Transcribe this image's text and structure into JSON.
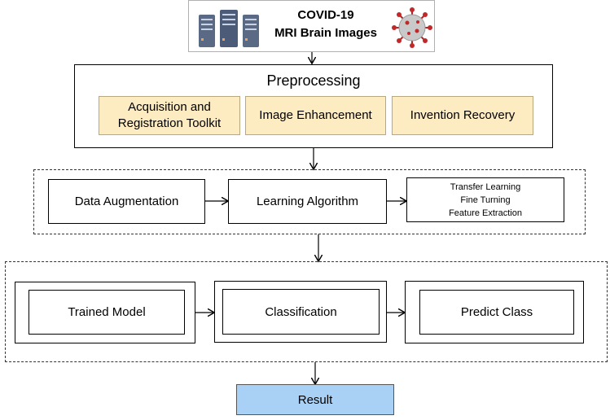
{
  "header": {
    "line1": "COVID-19",
    "line2": "MRI Brain Images",
    "left_icon": "server-rack-icon",
    "right_icon": "coronavirus-icon"
  },
  "preprocessing": {
    "title": "Preprocessing",
    "boxes": [
      {
        "line1": "Acquisition and",
        "line2": "Registration Toolkit"
      },
      {
        "label": "Image Enhancement"
      },
      {
        "label": "Invention Recovery"
      }
    ],
    "box_fill": "#fdebc2"
  },
  "learning": {
    "data_augmentation": "Data Augmentation",
    "learning_algorithm": "Learning Algorithm",
    "methods": [
      "Transfer Learning",
      "Fine Turning",
      "Feature Extraction"
    ]
  },
  "pipeline": {
    "trained_model": "Trained Model",
    "classification": "Classification",
    "predict_class": "Predict Class"
  },
  "result": {
    "label": "Result",
    "fill": "#a9d0f5"
  }
}
